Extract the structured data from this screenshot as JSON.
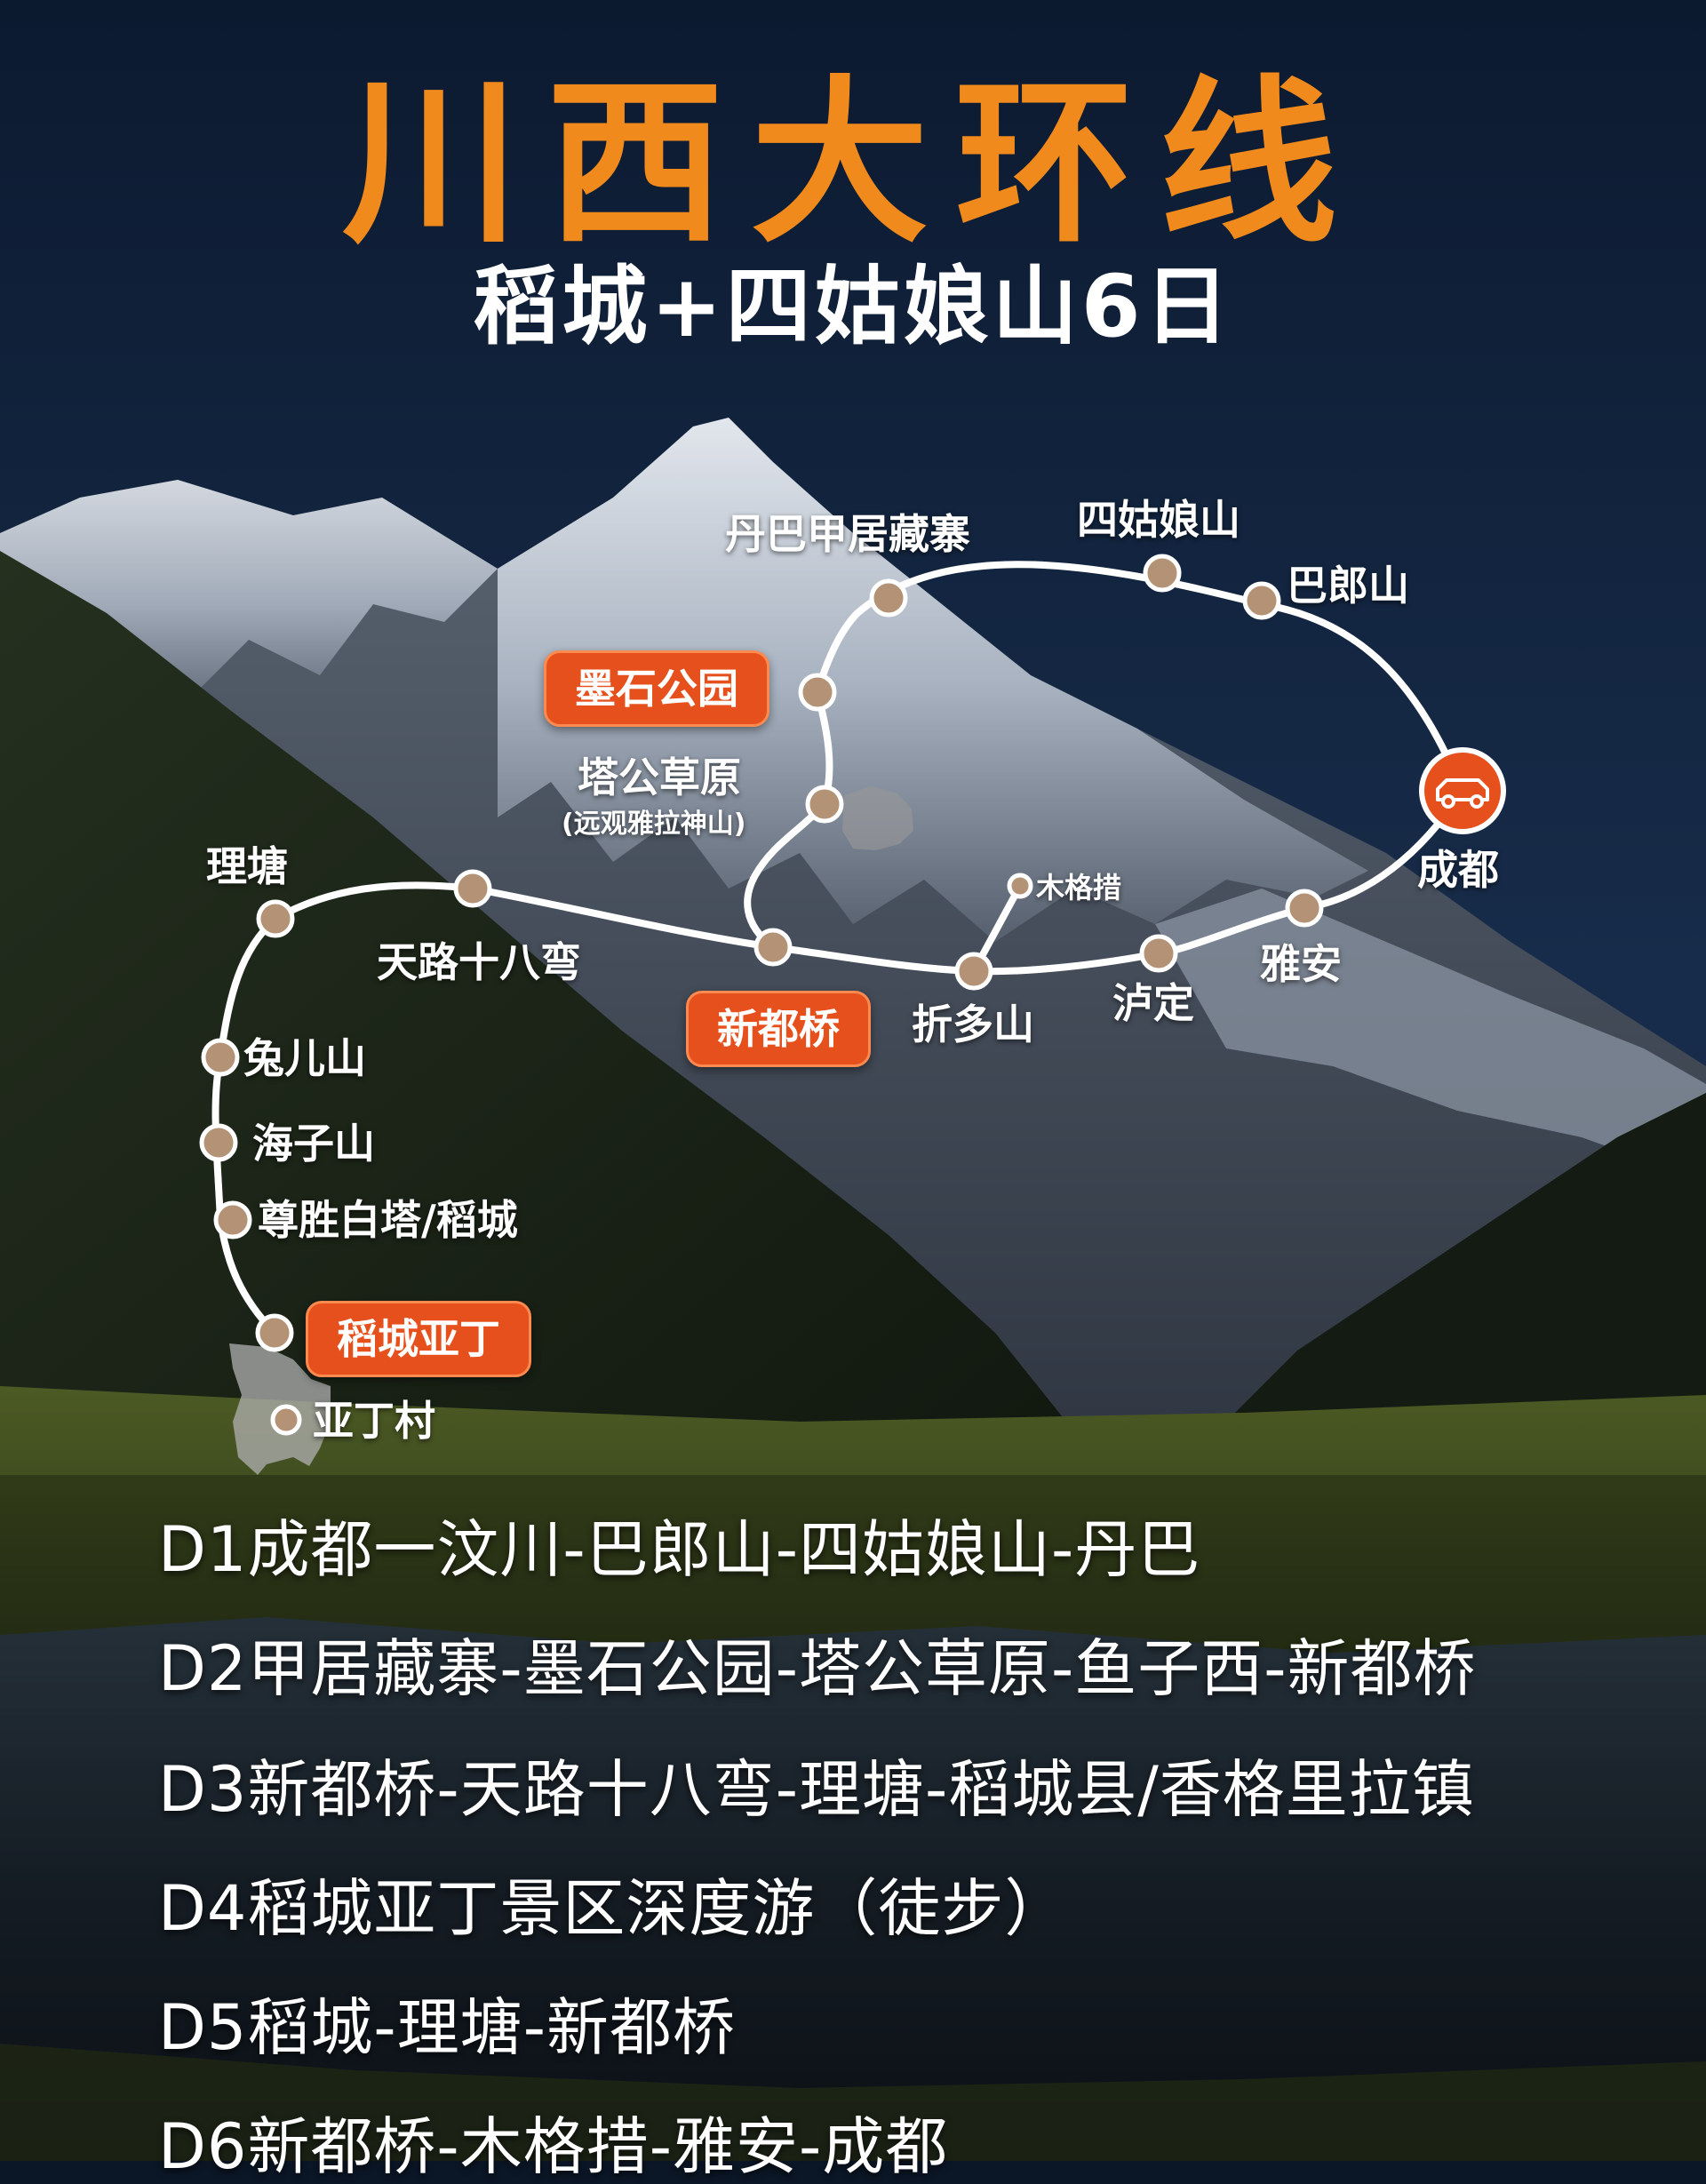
{
  "header": {
    "title": "川西大环线",
    "subtitle": "稻城+四姑娘山6日"
  },
  "map": {
    "stops": {
      "danba": "丹巴甲居藏寨",
      "siguniang": "四姑娘山",
      "balang": "巴郎山",
      "moshi": "墨石公园",
      "tagong": "塔公草原",
      "tagong_note": "(远观雅拉神山)",
      "chengdu": "成都",
      "mugecuo": "木格措",
      "litang": "理塘",
      "tianlu": "天路十八弯",
      "xindu": "新都桥",
      "zheduo": "折多山",
      "luding": "泸定",
      "yaan": "雅安",
      "tuer": "兔儿山",
      "haizi": "海子山",
      "zunsheng": "尊胜白塔/稻城",
      "yading_area": "稻城亚丁",
      "yading_village": "亚丁村"
    },
    "colors": {
      "route": "#ffffff",
      "node_fill": "#b49276",
      "highlight": "#e6501c",
      "title": "#f08a1c"
    }
  },
  "itinerary": [
    "D1成都一汶川-巴郎山-四姑娘山-丹巴",
    "D2甲居藏寨-墨石公园-塔公草原-鱼子西-新都桥",
    "D3新都桥-天路十八弯-理塘-稻城县/香格里拉镇",
    "D4稻城亚丁景区深度游（徒步）",
    "D5稻城-理塘-新都桥",
    "D6新都桥-木格措-雅安-成都"
  ]
}
